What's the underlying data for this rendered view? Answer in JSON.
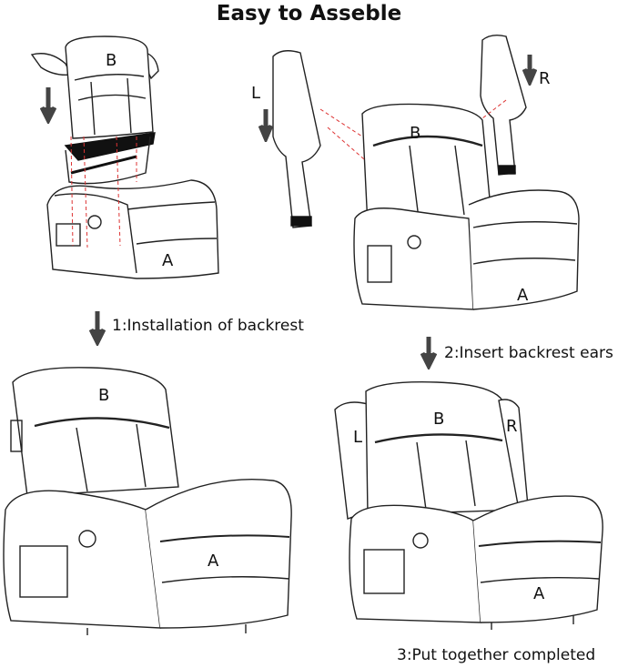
{
  "title": "Easy to Asseble",
  "steps": [
    "1:Installation of backrest",
    "2:Insert backrest ears",
    "3:Put together completed"
  ],
  "part_labels": {
    "backrest": "B",
    "seat": "A",
    "left_ear": "L",
    "right_ear": "R"
  }
}
